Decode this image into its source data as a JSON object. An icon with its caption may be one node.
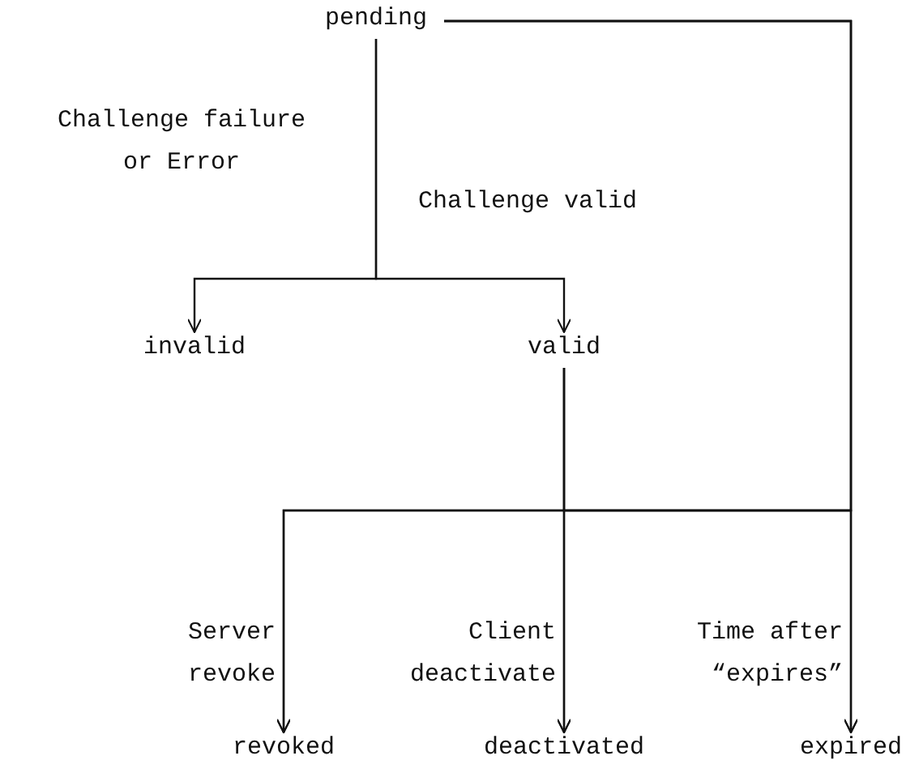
{
  "diagram": {
    "nodes": [
      {
        "text": [
          "pending"
        ]
      },
      {
        "text": [
          "invalid"
        ]
      },
      {
        "text": [
          "valid"
        ]
      },
      {
        "text": [
          "revoked"
        ]
      },
      {
        "text": [
          "deactivated"
        ]
      },
      {
        "text": [
          "expired"
        ]
      }
    ],
    "edges": [
      {
        "from": 0,
        "to": 1,
        "arrow": "to",
        "label": "Challenge failure or Error"
      },
      {
        "from": 0,
        "to": 2,
        "arrow": "to",
        "label": "Challenge valid"
      },
      {
        "from": 2,
        "to": 3,
        "arrow": "to",
        "label": "Server revoke"
      },
      {
        "from": 2,
        "to": 4,
        "arrow": "to",
        "label": "Client deactivate"
      },
      {
        "from": 2,
        "to": 5,
        "arrow": "to"
      },
      {
        "from": 0,
        "to": 3,
        "arrow": "to"
      },
      {
        "from": 0,
        "to": 4,
        "arrow": "to"
      },
      {
        "from": 0,
        "to": 5,
        "arrow": "to",
        "label": "Time after “expires”"
      }
    ]
  }
}
